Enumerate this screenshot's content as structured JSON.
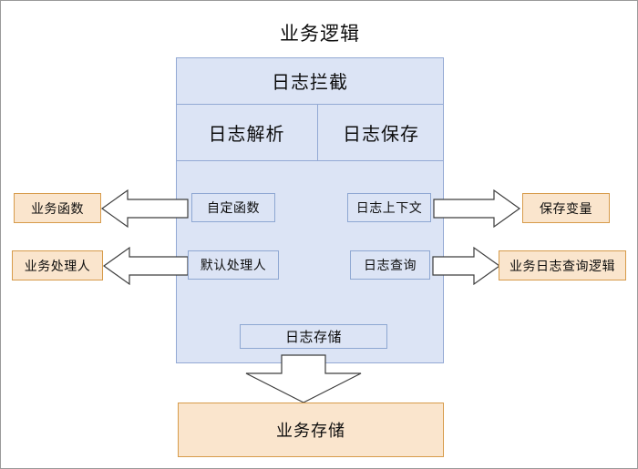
{
  "diagram": {
    "title": "业务逻辑",
    "type": "architecture-block-diagram"
  },
  "panel": {
    "header": "日志拦截",
    "subcells": [
      {
        "label": "日志解析"
      },
      {
        "label": "日志保存"
      }
    ],
    "inner_boxes": [
      {
        "label": "自定函数"
      },
      {
        "label": "日志上下文"
      },
      {
        "label": "默认处理人"
      },
      {
        "label": "日志查询"
      },
      {
        "label": "日志存储"
      }
    ]
  },
  "left_boxes": [
    {
      "label": "业务函数"
    },
    {
      "label": "业务处理人"
    }
  ],
  "right_boxes": [
    {
      "label": "保存变量"
    },
    {
      "label": "业务日志查询逻辑"
    }
  ],
  "bottom_box": {
    "label": "业务存储"
  },
  "arrows": [
    {
      "name": "custom-function-to-business-function",
      "direction": "left"
    },
    {
      "name": "default-handler-to-business-handler",
      "direction": "left"
    },
    {
      "name": "log-context-to-save-variable",
      "direction": "right"
    },
    {
      "name": "log-query-to-biz-log-query",
      "direction": "right"
    },
    {
      "name": "log-storage-to-business-storage",
      "direction": "down"
    }
  ],
  "colors": {
    "panel_fill": "#dce4f5",
    "panel_border": "#93a9d4",
    "orange_fill": "#fae5cd",
    "orange_border": "#d79b4a",
    "arrow_fill": "#ffffff",
    "arrow_stroke": "#3d3d3d",
    "text": "#0d0d0d",
    "canvas_border": "#9a9a9a"
  }
}
